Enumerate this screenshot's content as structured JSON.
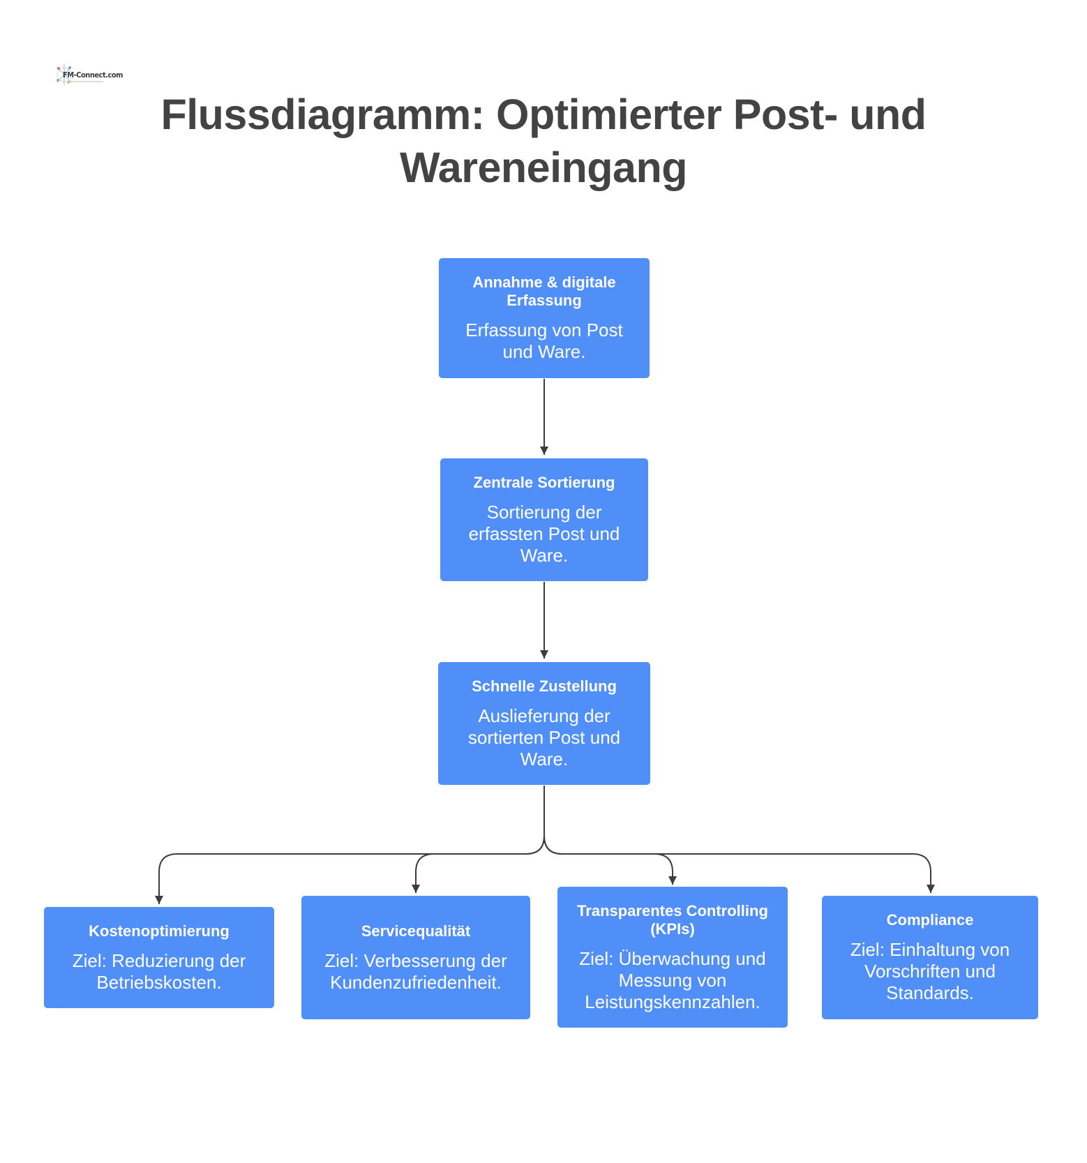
{
  "logo": {
    "text": "FM-Connect.com"
  },
  "title": "Flussdiagramm: Optimierter Post- und Wareneingang",
  "colors": {
    "node_fill": "#4f8ff7",
    "node_text": "#ffffff",
    "connector": "#3d3d3d",
    "title_text": "#434343"
  },
  "nodes": [
    {
      "title": "Annahme & digitale Erfassung",
      "description": "Erfassung von Post und Ware."
    },
    {
      "title": "Zentrale Sortierung",
      "description": "Sortierung der erfassten Post und Ware."
    },
    {
      "title": "Schnelle Zustellung",
      "description": "Auslieferung der sortierten Post und Ware."
    },
    {
      "title": "Kostenoptimierung",
      "description": "Ziel: Reduzierung der Betriebskosten."
    },
    {
      "title": "Servicequalität",
      "description": "Ziel: Verbesserung der Kundenzufriedenheit."
    },
    {
      "title": "Transparentes Controlling (KPIs)",
      "description": "Ziel: Überwachung und Messung von Leistungskennzahlen."
    },
    {
      "title": "Compliance",
      "description": "Ziel: Einhaltung von Vorschriften und Standards."
    }
  ],
  "edges": [
    {
      "from": "Annahme & digitale Erfassung",
      "to": "Zentrale Sortierung"
    },
    {
      "from": "Zentrale Sortierung",
      "to": "Schnelle Zustellung"
    },
    {
      "from": "Schnelle Zustellung",
      "to": "Kostenoptimierung"
    },
    {
      "from": "Schnelle Zustellung",
      "to": "Servicequalität"
    },
    {
      "from": "Schnelle Zustellung",
      "to": "Transparentes Controlling (KPIs)"
    },
    {
      "from": "Schnelle Zustellung",
      "to": "Compliance"
    }
  ]
}
